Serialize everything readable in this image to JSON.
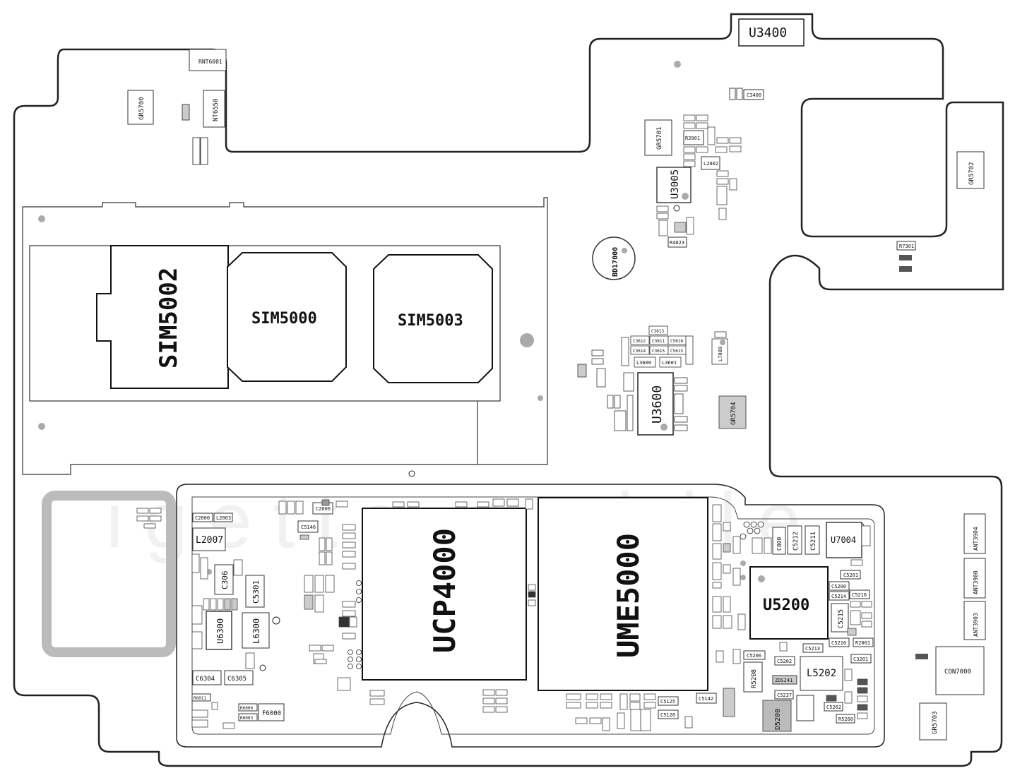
{
  "board": {
    "outline_color": "#222222",
    "pad_gray": "#c8c8c8",
    "pad_dark": "#555555"
  },
  "big_parts": {
    "sim5002": "SIM5002",
    "sim5000": "SIM5000",
    "sim5003": "SIM5003",
    "ucp4000": "UCP4000",
    "ume5000": "UME5000",
    "u5200": "U5200"
  },
  "labels": {
    "u3400": "U3400",
    "c3400": "C3400",
    "rnt6001": "RNT6001",
    "nt6550": "NT6550",
    "gr5700": "GR5700",
    "gr5701": "GR5701",
    "gr5702": "GR5702",
    "gr5704": "GR5704",
    "gr5703": "GR5703",
    "r2001": "R2001",
    "l2002": "L2002",
    "u3005": "U3005",
    "r4023": "R4023",
    "bd17000": "BD17000",
    "r7301": "R7301",
    "c3613": "C3613",
    "c3612": "C3612",
    "c3611": "C3611",
    "c5616": "C5616",
    "c3614": "C3614",
    "c3615": "C3615",
    "c5615": "C5615",
    "l3600": "L3600",
    "l3601": "L3601",
    "l7000": "L7000",
    "u3600": "U3600",
    "c2000": "C2000",
    "l2003": "L2003",
    "l2007": "L2007",
    "c306": "C306",
    "c5301": "C5301",
    "u6300": "U6300",
    "l6300": "L6300",
    "c6304": "C6304",
    "c6305": "C6305",
    "r6011": "R6011",
    "r6000": "R6000",
    "r6003": "R6003",
    "f6000": "F6000",
    "c2006": "C2006",
    "c5146": "C5146",
    "c5212": "C5212",
    "c5211": "C5211",
    "u7004": "U7004",
    "c800": "C800",
    "c5201": "C5201",
    "c5200": "C5200",
    "c5214": "C5214",
    "c5216": "C5216",
    "c5215": "C5215",
    "c5216b": "C5216",
    "r2001b": "R2001",
    "c5213": "C5213",
    "c5206": "C5206",
    "c5202": "C5202",
    "l5202": "L5202",
    "c3201": "C3201",
    "r5208": "R5208",
    "zds241": "ZDS241",
    "d5200": "D5200",
    "c5237": "C5237",
    "r5260": "R5260",
    "c5262": "C5262",
    "c5125": "C5125",
    "c5126": "C5126",
    "c5142": "C5142",
    "ant3904": "ANT3904",
    "ant3900": "ANT3900",
    "ant3903": "ANT3903",
    "con7000": "CON7000",
    "watermark": "igetto mobile"
  }
}
